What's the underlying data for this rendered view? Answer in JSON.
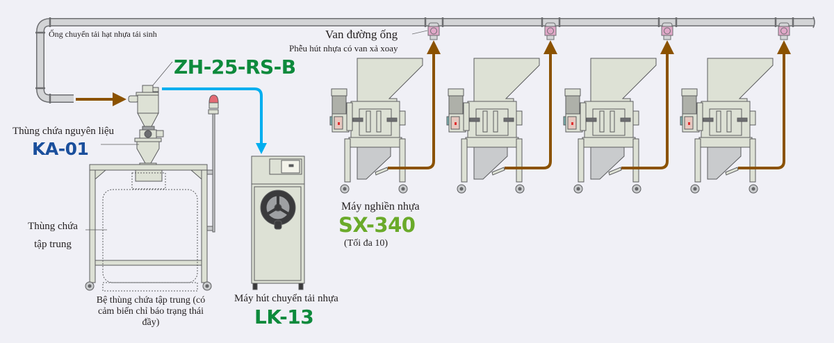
{
  "colors": {
    "background": "#f0f0f6",
    "pipe": "#d3d4d6",
    "pipe_stroke": "#6d6e71",
    "machine": "#dde1d5",
    "machine_stroke": "#5a5b5d",
    "brown_arrow": "#8b5200",
    "blue_arrow": "#00aeef",
    "valve": "#e0a8c8",
    "model_green": "#0d8a3c",
    "model_lime": "#6aaa2a",
    "model_blue": "#1a4f9c",
    "lamp": "#e46a74"
  },
  "labels": {
    "recycled_pipe": "Ống chuyển tải hạt nhựa tái sinh",
    "pipe_valve": "Van đường ống",
    "hopper_valve": "Phễu hút nhựa có van xả xoay",
    "raw_bin": "Thùng chứa nguyên liệu",
    "central_bin_line1": "Thùng chứa",
    "central_bin_line2": "tập trung",
    "central_base_line1": "Bệ thùng chứa tập trung (có",
    "central_base_line2": "cảm biến chỉ báo trạng thái",
    "central_base_line3": "đầy)",
    "loader": "Máy hút chuyển tải nhựa",
    "grinder": "Máy nghiền nhựa",
    "grinder_max": "(Tối đa 10)"
  },
  "models": {
    "hopper_loader": "ZH-25-RS-B",
    "raw_bin": "KA-01",
    "loader": "LK-13",
    "grinder": "SX-340"
  },
  "grinders": [
    {
      "id": "grinder-1"
    },
    {
      "id": "grinder-2"
    },
    {
      "id": "grinder-3"
    },
    {
      "id": "grinder-4"
    }
  ]
}
